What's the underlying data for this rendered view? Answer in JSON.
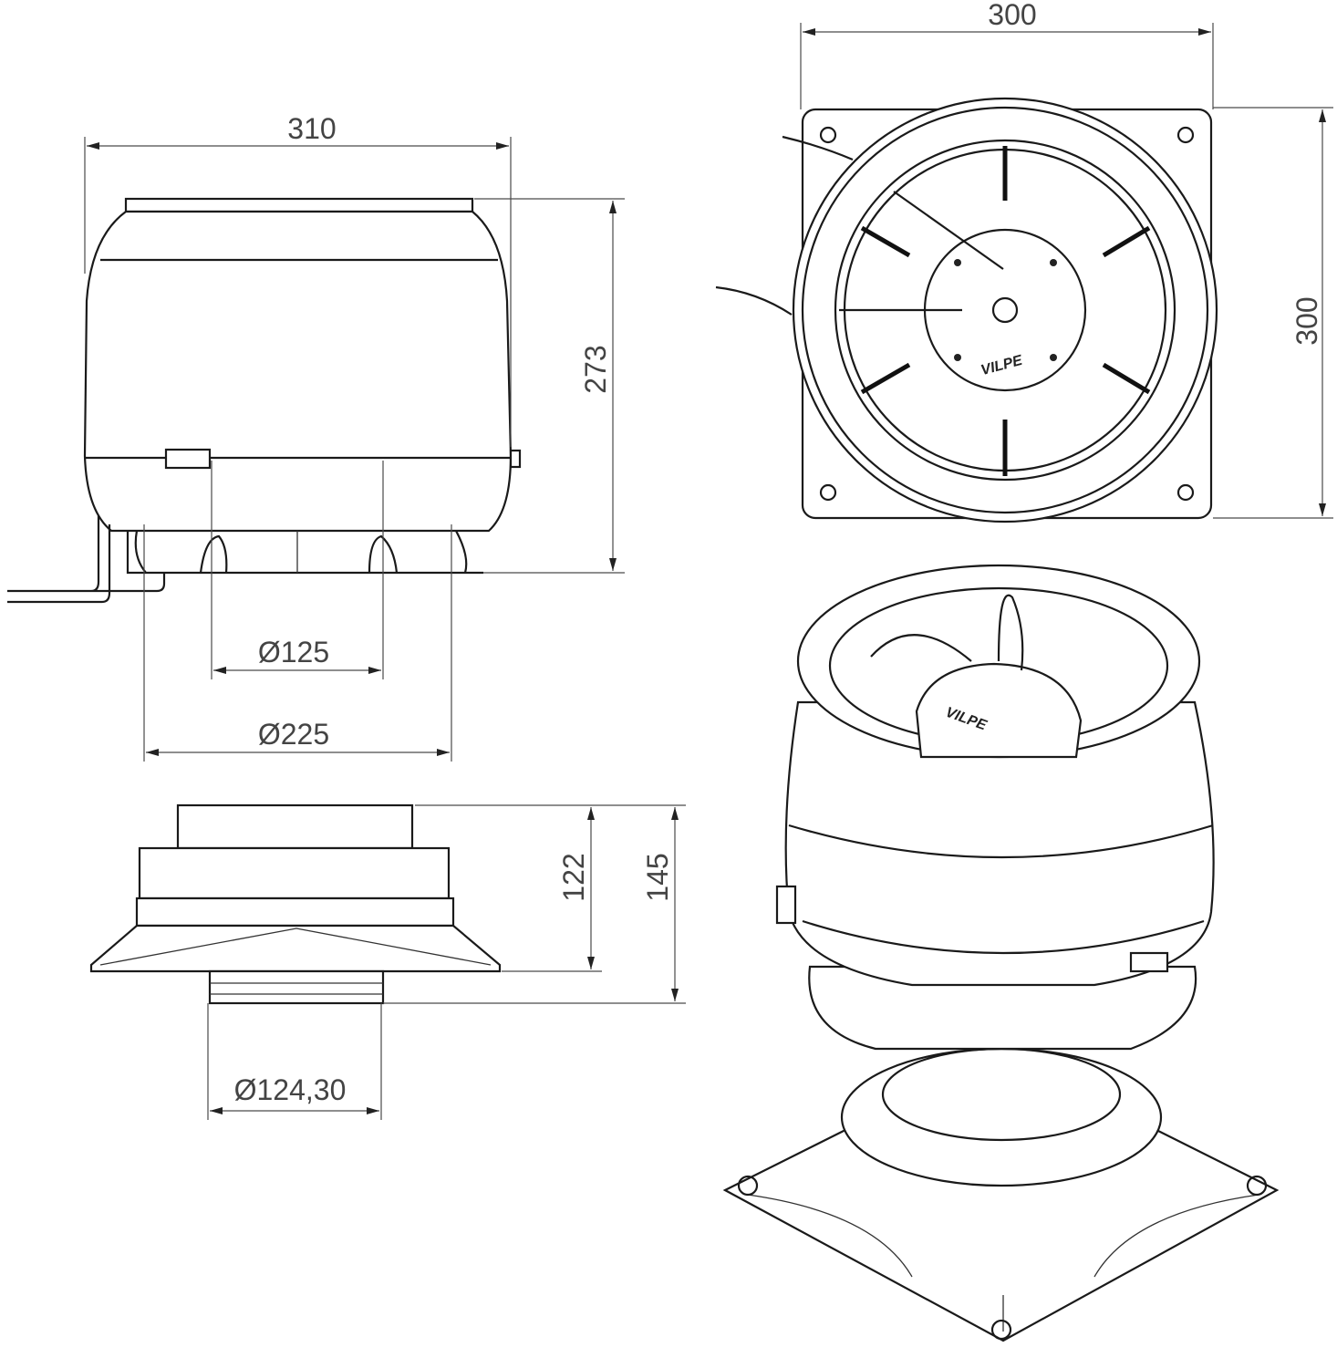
{
  "title": "Roof fan dimension drawing",
  "brand_logo": "VILPE",
  "side_view": {
    "width_label": "310",
    "height_label": "273",
    "inner_diameter_label": "Ø125",
    "outer_diameter_label": "Ø225"
  },
  "base_view": {
    "height_inner_label": "122",
    "height_total_label": "145",
    "spigot_diameter_label": "Ø124,30"
  },
  "top_view": {
    "width_label": "300",
    "depth_label": "300"
  }
}
